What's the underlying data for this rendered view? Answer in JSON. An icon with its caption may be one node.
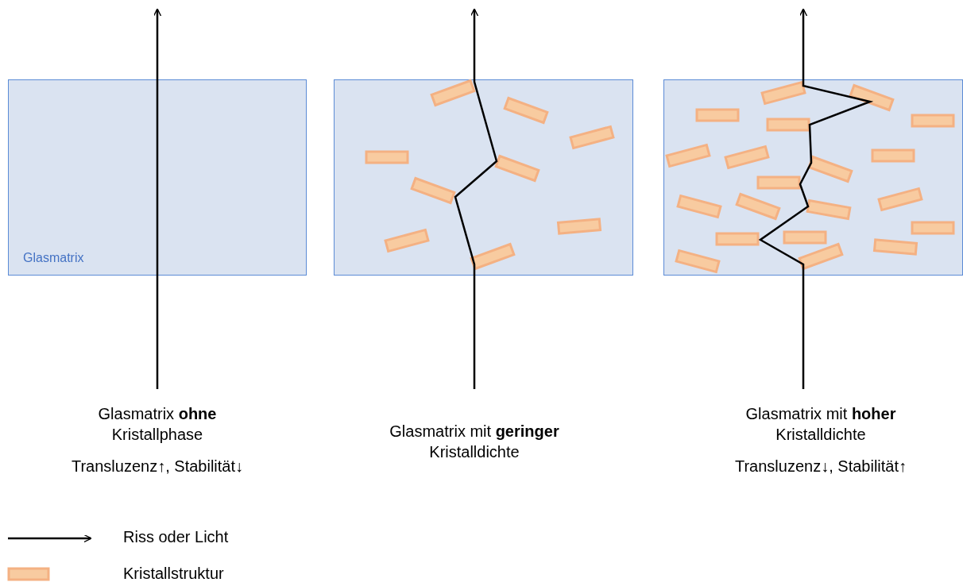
{
  "diagram": {
    "nodes": [
      {
        "text": [
          "Glasmatrix"
        ]
      },
      {
        "text": [],
        "shape": "box"
      },
      {
        "text": [],
        "shape": "box"
      }
    ],
    "edges": [],
    "labels": [
      "Glasmatrix **ohne** Kristallphase",
      "Transluzenz↑, Stabilität↓",
      "Glasmatrix mit **geringer** Kristalldichte",
      "Glasmatrix mit **hoher** Kristalldichte",
      "Transluzenz↓, Stabilität↑"
    ],
    "legend": [
      {
        "text": "Riss oder Licht"
      },
      {
        "text": "Kristallstruktur",
        "color": "#f8cba0"
      }
    ]
  }
}
